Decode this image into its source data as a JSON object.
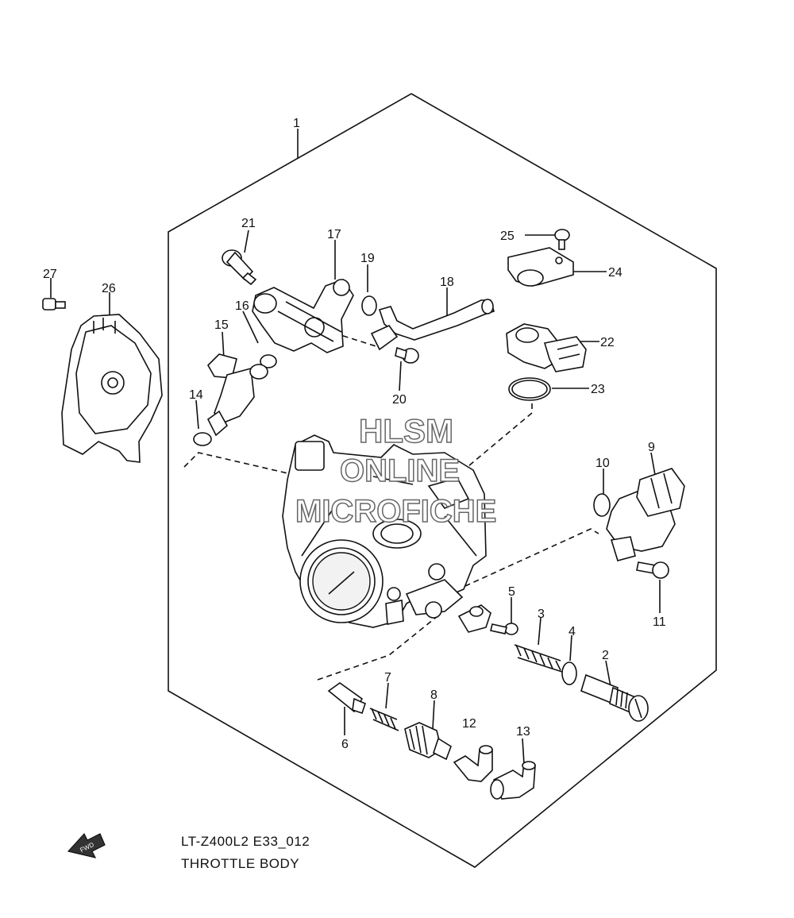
{
  "diagram": {
    "code": "LT-Z400L2 E33_012",
    "title": "THROTTLE BODY",
    "fwd_label": "FWD",
    "watermark": [
      "HLSM",
      "ONLINE",
      "MICROFICHE"
    ],
    "part_numbers": [
      "1",
      "2",
      "3",
      "4",
      "5",
      "6",
      "7",
      "8",
      "9",
      "10",
      "11",
      "12",
      "13",
      "14",
      "15",
      "16",
      "17",
      "18",
      "19",
      "20",
      "21",
      "22",
      "23",
      "24",
      "25",
      "26",
      "27"
    ]
  }
}
